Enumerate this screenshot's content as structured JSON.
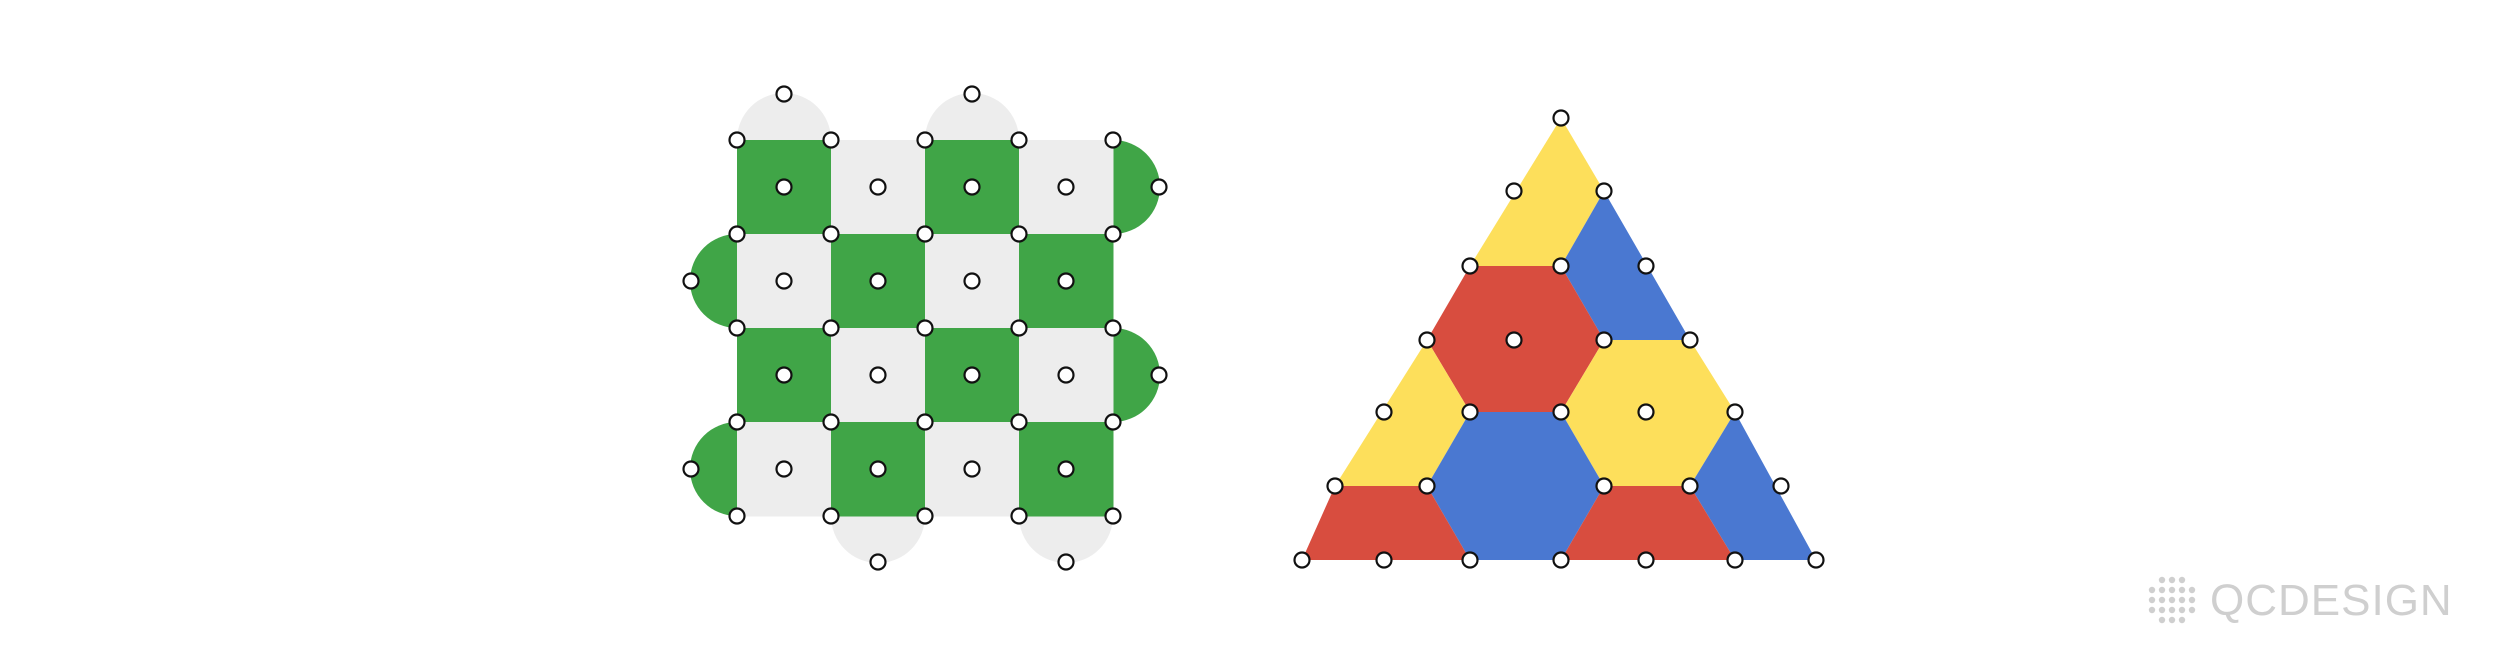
{
  "colors": {
    "green": "#40a547",
    "light": "#ededed",
    "yellow": "#fddf5b",
    "blue": "#4a78d1",
    "red": "#d84d3f",
    "vertex_fill": "#ffffff",
    "vertex_stroke": "#111111",
    "watermark": "#cfcfcf"
  },
  "square_lattice": {
    "rows": 4,
    "cols": 4,
    "cells": [
      [
        "green",
        "light",
        "green",
        "light"
      ],
      [
        "light",
        "green",
        "light",
        "green"
      ],
      [
        "green",
        "light",
        "green",
        "light"
      ],
      [
        "light",
        "green",
        "light",
        "green"
      ]
    ],
    "boundary_caps": [
      {
        "side": "top",
        "col": 0,
        "color": "light"
      },
      {
        "side": "top",
        "col": 2,
        "color": "light"
      },
      {
        "side": "right",
        "row": 0,
        "color": "green"
      },
      {
        "side": "right",
        "row": 2,
        "color": "green"
      },
      {
        "side": "left",
        "row": 1,
        "color": "green"
      },
      {
        "side": "left",
        "row": 3,
        "color": "green"
      },
      {
        "side": "bottom",
        "col": 1,
        "color": "light"
      },
      {
        "side": "bottom",
        "col": 3,
        "color": "light"
      }
    ]
  },
  "triangular_lattice": {
    "regions": [
      {
        "name": "top-yellow-triangle",
        "color": "yellow"
      },
      {
        "name": "upper-blue-triangle",
        "color": "blue"
      },
      {
        "name": "red-hexagon",
        "color": "red"
      },
      {
        "name": "yellow-hexagon",
        "color": "yellow"
      },
      {
        "name": "left-yellow-triangle",
        "color": "yellow"
      },
      {
        "name": "blue-hexagon",
        "color": "blue"
      },
      {
        "name": "right-blue-triangle",
        "color": "blue"
      },
      {
        "name": "bottom-left-red-trapezoid",
        "color": "red"
      },
      {
        "name": "bottom-middle-red-trapezoid",
        "color": "red"
      },
      {
        "name": "bottom-right-blue-triangle",
        "color": "blue"
      }
    ]
  },
  "watermark": {
    "icon": "dot-grid-logo-icon",
    "text": "QCDESIGN"
  }
}
